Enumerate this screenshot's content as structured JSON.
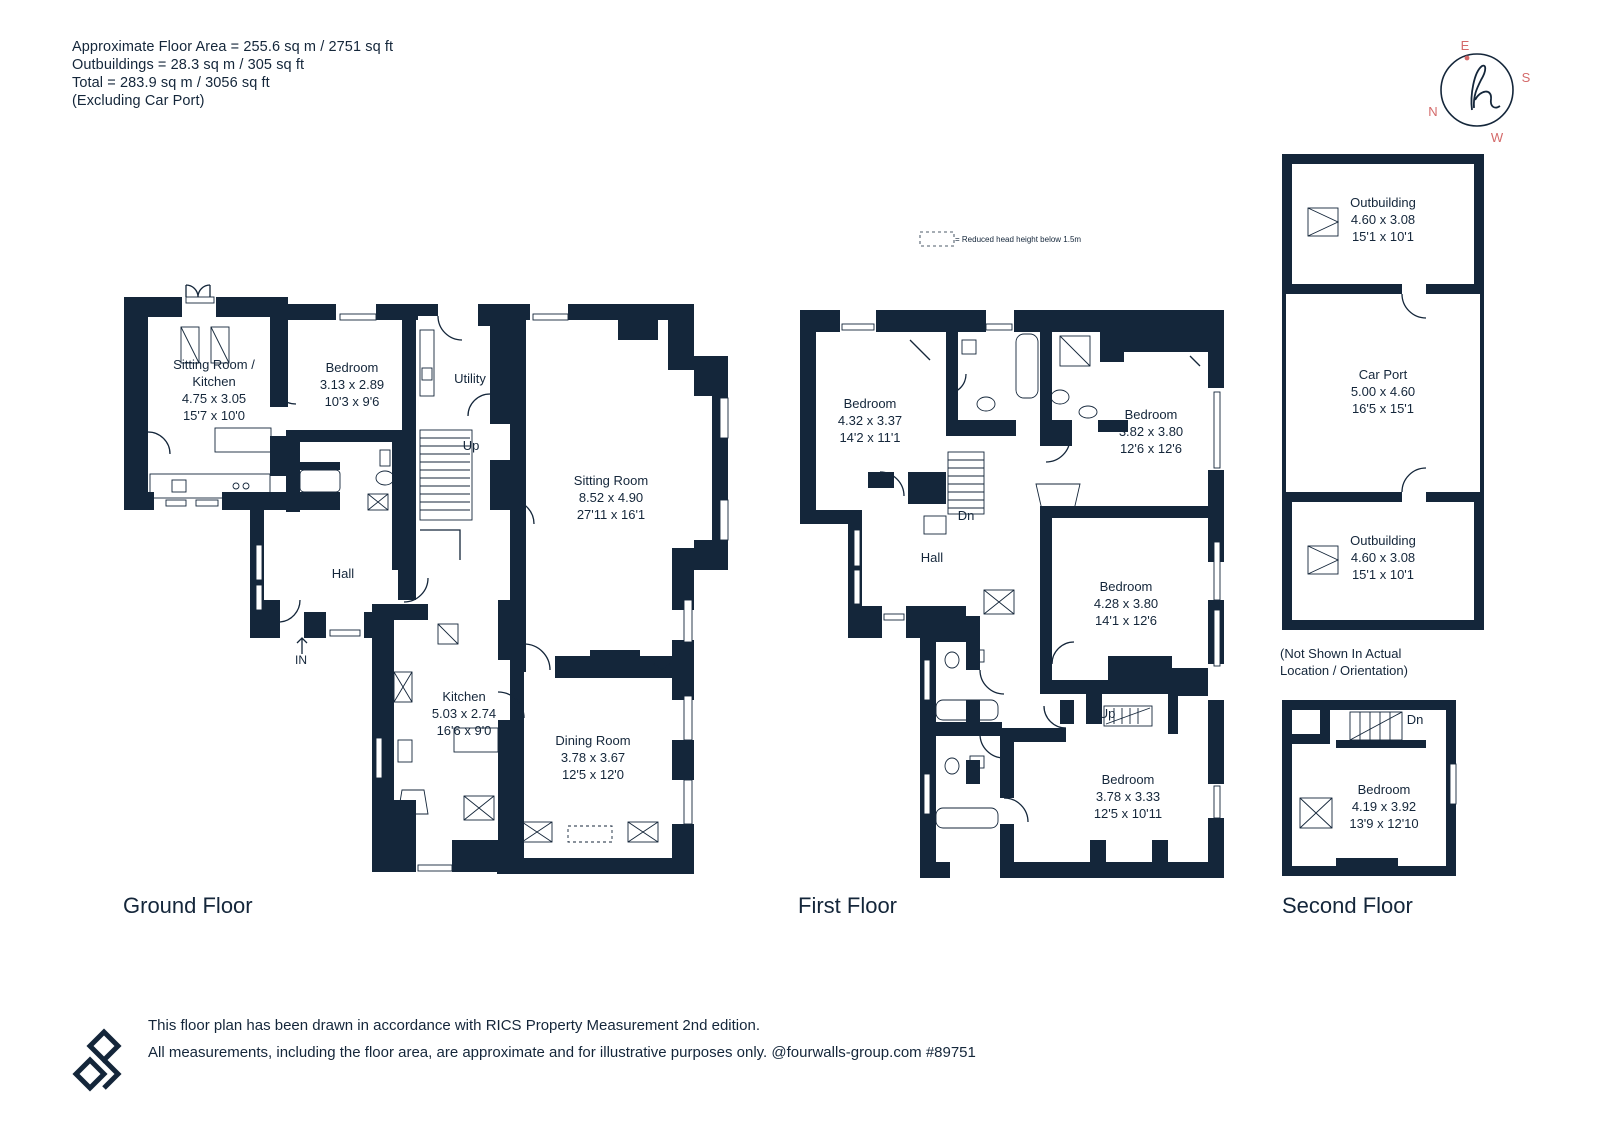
{
  "areas": {
    "line1": "Approximate Floor Area = 255.6 sq m / 2751 sq ft",
    "line2": "Outbuildings = 28.3 sq m / 305 sq ft",
    "line3": "Total = 283.9 sq m / 3056 sq ft",
    "line4": "(Excluding Car Port)"
  },
  "compass": {
    "n": "N",
    "e": "E",
    "s": "S",
    "w": "W",
    "logo": "h"
  },
  "legend": {
    "text": "= Reduced head height below 1.5m"
  },
  "ground_floor": {
    "label": "Ground Floor",
    "entrance": "IN",
    "rooms": {
      "sitting_kitchen": {
        "name1": "Sitting Room /",
        "name2": "Kitchen",
        "metric": "4.75 x 3.05",
        "imperial": "15'7 x 10'0"
      },
      "bedroom": {
        "name": "Bedroom",
        "metric": "3.13 x 2.89",
        "imperial": "10'3 x 9'6"
      },
      "utility": {
        "name": "Utility"
      },
      "stairs": {
        "name": "Up"
      },
      "hall": {
        "name": "Hall"
      },
      "sitting_room": {
        "name": "Sitting Room",
        "metric": "8.52 x 4.90",
        "imperial": "27'11 x 16'1"
      },
      "kitchen": {
        "name": "Kitchen",
        "metric": "5.03 x 2.74",
        "imperial": "16'6 x 9'0"
      },
      "dining_room": {
        "name": "Dining Room",
        "metric": "3.78 x 3.67",
        "imperial": "12'5 x 12'0"
      }
    }
  },
  "first_floor": {
    "label": "First Floor",
    "rooms": {
      "bedroom_nw": {
        "name": "Bedroom",
        "metric": "4.32 x 3.37",
        "imperial": "14'2 x 11'1"
      },
      "bedroom_ne": {
        "name": "Bedroom",
        "metric": "3.82 x 3.80",
        "imperial": "12'6 x 12'6"
      },
      "hall": {
        "name": "Hall"
      },
      "stairs_down": {
        "name": "Dn"
      },
      "bedroom_e": {
        "name": "Bedroom",
        "metric": "4.28 x 3.80",
        "imperial": "14'1 x 12'6"
      },
      "stairs_up": {
        "name": "Up"
      },
      "bedroom_se": {
        "name": "Bedroom",
        "metric": "3.78 x 3.33",
        "imperial": "12'5 x 10'11"
      }
    }
  },
  "outbuildings": {
    "outbuilding_1": {
      "name": "Outbuilding",
      "metric": "4.60 x 3.08",
      "imperial": "15'1 x 10'1"
    },
    "car_port": {
      "name": "Car Port",
      "metric": "5.00 x 4.60",
      "imperial": "16'5 x 15'1"
    },
    "outbuilding_2": {
      "name": "Outbuilding",
      "metric": "4.60 x 3.08",
      "imperial": "15'1 x 10'1"
    },
    "note1": "(Not Shown In Actual",
    "note2": "Location / Orientation)"
  },
  "second_floor": {
    "label": "Second Floor",
    "rooms": {
      "stairs_down": {
        "name": "Dn"
      },
      "bedroom": {
        "name": "Bedroom",
        "metric": "4.19 x 3.92",
        "imperial": "13'9 x 12'10"
      }
    }
  },
  "footer": {
    "line1": "This floor plan has been drawn in accordance with RICS Property Measurement 2nd edition.",
    "line2": "All measurements, including the floor area, are approximate and for illustrative purposes only. @fourwalls-group.com #89751"
  },
  "colors": {
    "wall": "#14263a",
    "compass_accent": "#d46a6a",
    "background": "#ffffff"
  }
}
